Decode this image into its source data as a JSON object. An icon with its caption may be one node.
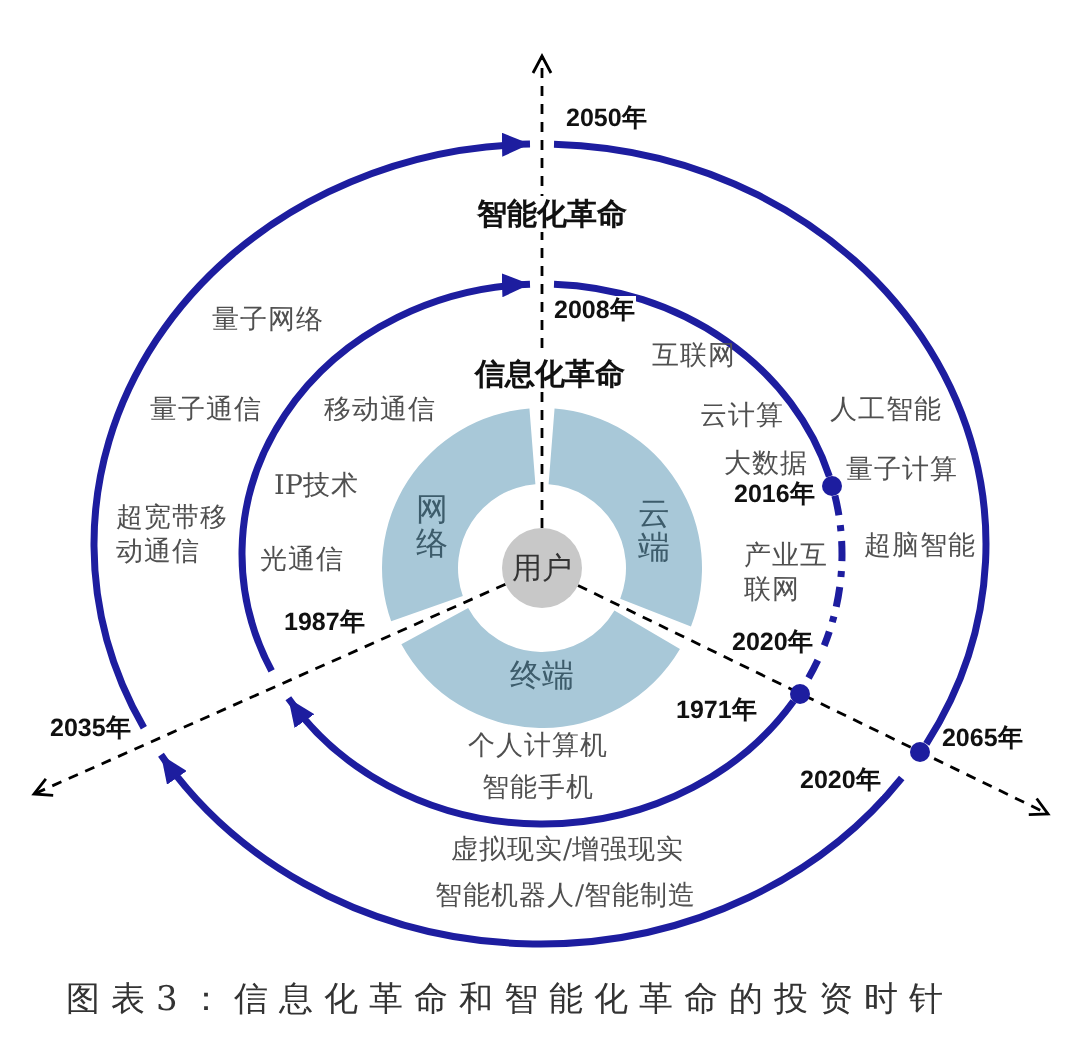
{
  "diagram": {
    "caption": "图表3：信息化革命和智能化革命的投资时针",
    "nodes": [
      {
        "text": [
          "2050年"
        ]
      },
      {
        "text": [
          "2008年"
        ]
      },
      {
        "text": [
          "2016年"
        ]
      },
      {
        "text": [
          "网络"
        ]
      },
      {
        "text": [
          "用户"
        ]
      },
      {
        "text": [
          "云端"
        ]
      },
      {
        "text": [
          "1987年"
        ]
      },
      {
        "text": [
          "2020年"
        ]
      },
      {
        "text": [
          "终端"
        ]
      },
      {
        "text": [
          "1971年"
        ]
      },
      {
        "text": [
          "2035年"
        ]
      },
      {
        "text": [
          "2065年"
        ]
      },
      {
        "text": [
          "2020年"
        ]
      }
    ],
    "edges": [
      {
        "from": 9,
        "to": 6,
        "arrow": "to"
      },
      {
        "from": 6,
        "to": 1,
        "arrow": "to"
      },
      {
        "from": 1,
        "to": 2,
        "arrow": "none"
      },
      {
        "from": 2,
        "to": 7,
        "arrow": "none",
        "style": "dashed"
      },
      {
        "from": 7,
        "to": 9,
        "arrow": "none",
        "style": "dashed"
      },
      {
        "from": 12,
        "to": 10,
        "arrow": "to"
      },
      {
        "from": 10,
        "to": 0,
        "arrow": "to"
      },
      {
        "from": 0,
        "to": 11,
        "arrow": "none"
      },
      {
        "from": 4,
        "to": null,
        "arrow": "to",
        "style": "dashed",
        "color": "#000000"
      },
      {
        "from": 4,
        "to": null,
        "arrow": "to",
        "style": "dashed",
        "color": "#000000"
      },
      {
        "from": 4,
        "to": null,
        "arrow": "to",
        "style": "dashed",
        "color": "#000000"
      }
    ],
    "labels": [
      "智能化革命",
      "量子网络",
      "互联网",
      "信息化革命",
      "量子通信",
      "移动通信",
      "云计算",
      "人工智能",
      "大数据",
      "量子计算",
      "IP技术",
      "超宽带移动通信",
      "超脑智能",
      "产业互联网",
      "光通信",
      "个人计算机",
      "智能手机",
      "虚拟现实/增强现实",
      "智能机器人/智能制造"
    ]
  }
}
